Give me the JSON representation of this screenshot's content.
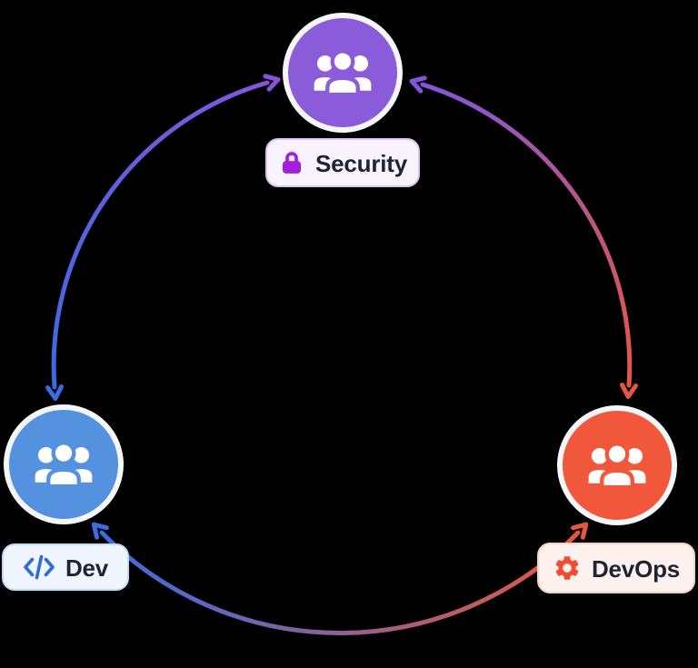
{
  "diagram": {
    "background": "#000000",
    "ring_color": "#F4F6F9"
  },
  "nodes": [
    {
      "id": "security",
      "label": "Security",
      "circle_icon": "people-icon",
      "badge_icon": "lock-icon",
      "colors": {
        "circle": "#8B5CD9",
        "ring": "#F4F6F9",
        "icon_fill": "#FFFFFF",
        "pill_bg": "#F8F3FE",
        "pill_border": "#D9C4F4",
        "badge_icon": "#A220DC",
        "text": "#1D2433"
      }
    },
    {
      "id": "dev",
      "label": "Dev",
      "circle_icon": "people-icon",
      "badge_icon": "code-icon",
      "colors": {
        "circle": "#5492E0",
        "ring": "#F4F6F9",
        "icon_fill": "#FFFFFF",
        "pill_bg": "#EFF6FF",
        "pill_border": "#BEDBFB",
        "badge_icon": "#2D6DDA",
        "text": "#1D2433"
      }
    },
    {
      "id": "devops",
      "label": "DevOps",
      "circle_icon": "people-icon",
      "badge_icon": "gear-icon",
      "colors": {
        "circle": "#F0573B",
        "ring": "#F4F6F9",
        "icon_fill": "#FFFFFF",
        "pill_bg": "#FEF1EE",
        "pill_border": "#FBCFC3",
        "badge_icon": "#EE4E32",
        "text": "#1D2433"
      }
    }
  ],
  "edges": {
    "style": "bidirectional-arrows",
    "stroke_width": 5,
    "endpoint_colors": {
      "dev": "#3A6BE0",
      "security": "#8455DC",
      "devops": "#E7563F"
    },
    "links": [
      {
        "between": [
          "Dev",
          "Security"
        ],
        "arrows": "both"
      },
      {
        "between": [
          "Security",
          "DevOps"
        ],
        "arrows": "both"
      },
      {
        "between": [
          "Dev",
          "DevOps"
        ],
        "arrows": "both"
      }
    ]
  }
}
